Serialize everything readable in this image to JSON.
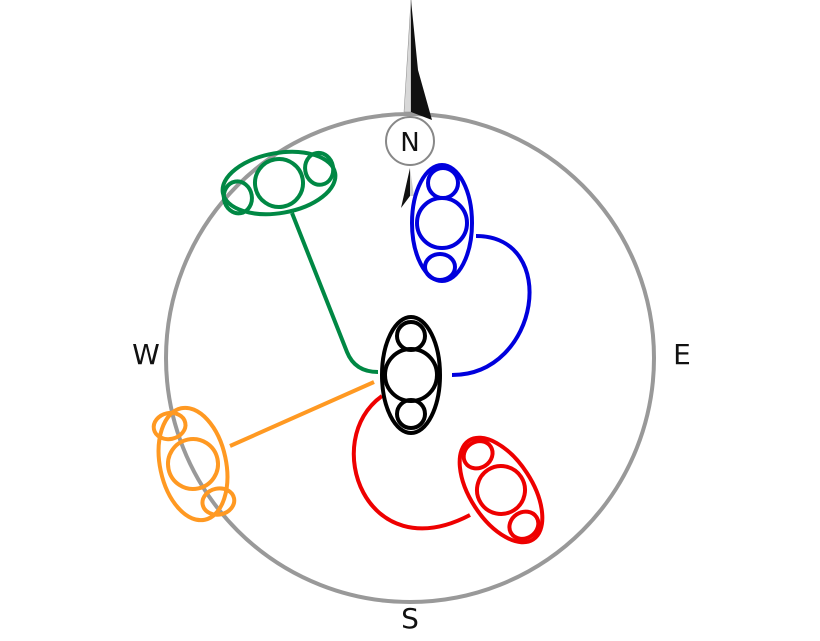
{
  "compass": {
    "north": "N",
    "south": "S",
    "east": "E",
    "west": "W"
  },
  "colors": {
    "ring": "#999999",
    "center": "#000000",
    "blue": "#0000dd",
    "green": "#008844",
    "orange": "#ff9922",
    "red": "#ee0000",
    "needle_dark": "#111111",
    "needle_light": "#d8d8d8"
  },
  "icons": [
    "compass-ring",
    "north-needle",
    "oval-figure"
  ]
}
